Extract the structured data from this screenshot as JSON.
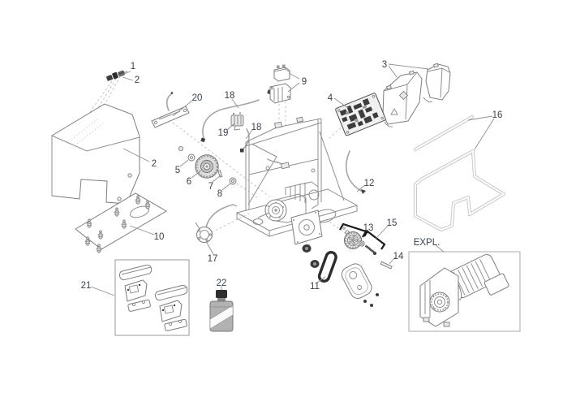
{
  "diagram": {
    "kind": "exploded parts diagram",
    "background_color": "#ffffff",
    "line_color": "#8f8f8f",
    "label_color": "#39424c",
    "labels": [
      {
        "part": "1",
        "text": "1"
      },
      {
        "part": "2-key",
        "text": "2"
      },
      {
        "part": "2-housing",
        "text": "2"
      },
      {
        "part": "3",
        "text": "3"
      },
      {
        "part": "4",
        "text": "4"
      },
      {
        "part": "5",
        "text": "5"
      },
      {
        "part": "6",
        "text": "6"
      },
      {
        "part": "7",
        "text": "7"
      },
      {
        "part": "8",
        "text": "8"
      },
      {
        "part": "9",
        "text": "9"
      },
      {
        "part": "10",
        "text": "10"
      },
      {
        "part": "11",
        "text": "11"
      },
      {
        "part": "12",
        "text": "12"
      },
      {
        "part": "13",
        "text": "13"
      },
      {
        "part": "14",
        "text": "14"
      },
      {
        "part": "15",
        "text": "15"
      },
      {
        "part": "16",
        "text": "16"
      },
      {
        "part": "17",
        "text": "17"
      },
      {
        "part": "18-a",
        "text": "18"
      },
      {
        "part": "18-b",
        "text": "18"
      },
      {
        "part": "19",
        "text": "19"
      },
      {
        "part": "20",
        "text": "20"
      },
      {
        "part": "21",
        "text": "21"
      },
      {
        "part": "22",
        "text": "22"
      },
      {
        "part": "expl",
        "text": "EXPL."
      }
    ]
  }
}
